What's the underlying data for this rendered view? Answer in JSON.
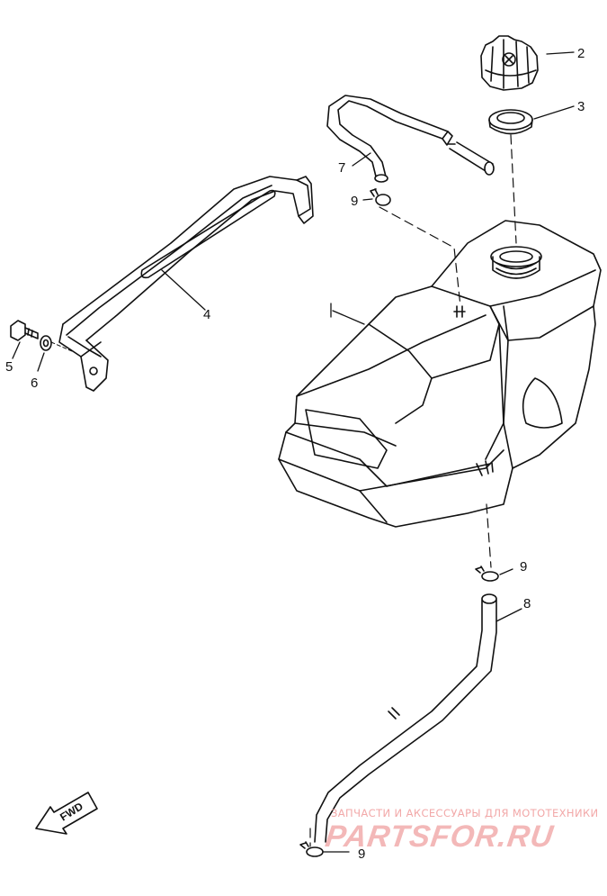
{
  "callouts": {
    "tank": "1",
    "cap": "2",
    "gasket": "3",
    "bracket": "4",
    "bolt": "5",
    "washer": "6",
    "vent_hose": "7",
    "fuel_hose": "8",
    "clip_top": "9",
    "clip_mid": "9",
    "clip_bottom": "9"
  },
  "direction_label": "FWD",
  "watermark": {
    "tagline": "ЗАПЧАСТИ И АКСЕССУАРЫ ДЛЯ МОТОТЕХНИКИ",
    "brand": "PARTSFOR.RU",
    "color": "#f3b8b8"
  }
}
